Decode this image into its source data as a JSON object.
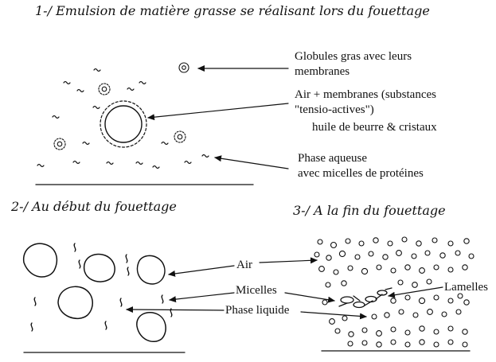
{
  "section1": {
    "title": "1-/  Emulsion de matière grasse se réalisant lors du fouettage",
    "labels": {
      "globules_line1": "Globules gras avec leurs",
      "globules_line2": "membranes",
      "air_line1": "Air + membranes (substances",
      "air_line2": "\"tensio-actives\")",
      "air_line3": "huile de beurre & cristaux",
      "phase_line1": "Phase aqueuse",
      "phase_line2": "avec micelles de protéines"
    }
  },
  "section2": {
    "title": "2-/  Au début du fouettage"
  },
  "section3": {
    "title": "3-/  A la fin du fouettage"
  },
  "bottom_labels": {
    "air": "Air",
    "micelles": "Micelles",
    "phase_liquide": "Phase liquide",
    "lamelles": "Lamelles"
  },
  "colors": {
    "ink": "#111111",
    "paper": "#ffffff"
  }
}
